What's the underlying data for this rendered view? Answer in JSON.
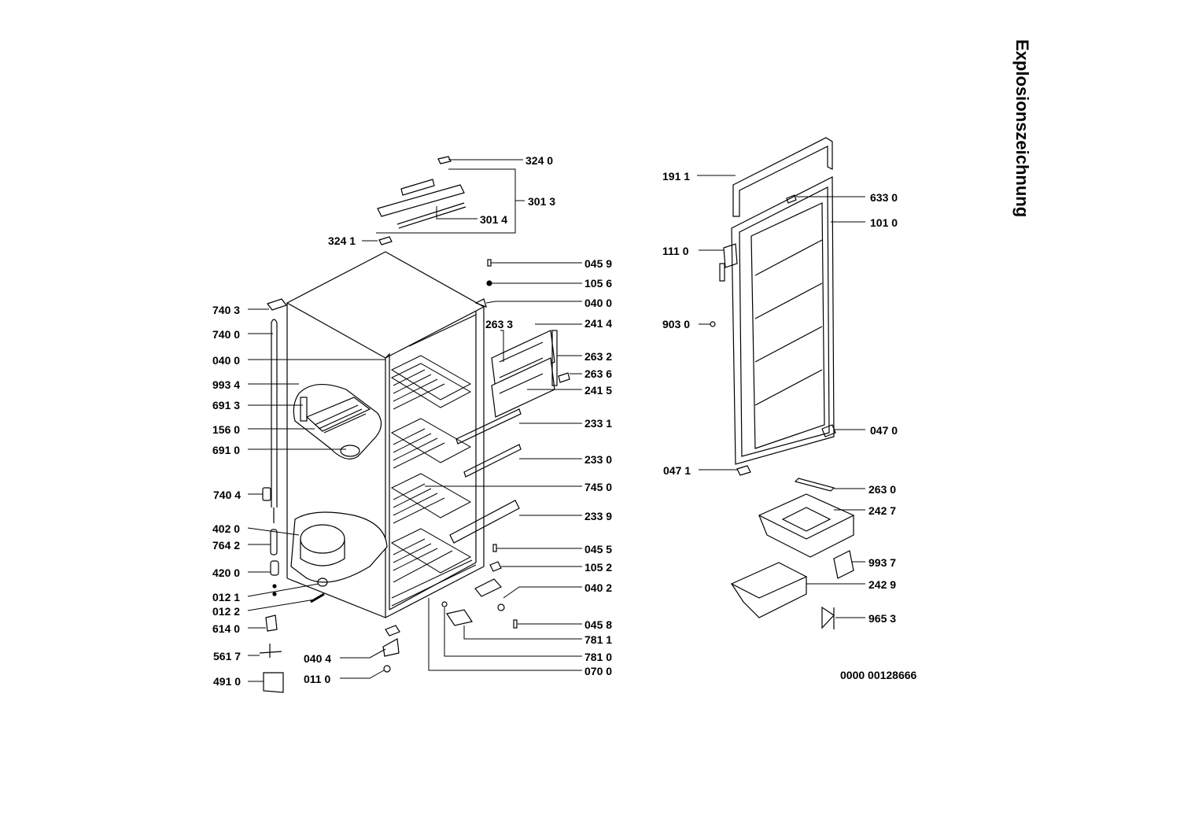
{
  "title": "Explosionszeichnung",
  "document_number": "0000 00128666",
  "callouts": [
    {
      "id": "324-0-top",
      "label": "324 0"
    },
    {
      "id": "301-3",
      "label": "301 3"
    },
    {
      "id": "301-4",
      "label": "301 4"
    },
    {
      "id": "324-1",
      "label": "324 1"
    },
    {
      "id": "045-9",
      "label": "045 9"
    },
    {
      "id": "105-6",
      "label": "105 6"
    },
    {
      "id": "740-3",
      "label": "740 3"
    },
    {
      "id": "040-0-right",
      "label": "040 0"
    },
    {
      "id": "740-0",
      "label": "740 0"
    },
    {
      "id": "263-3",
      "label": "263 3"
    },
    {
      "id": "241-4",
      "label": "241 4"
    },
    {
      "id": "040-0-left",
      "label": "040 0"
    },
    {
      "id": "263-2",
      "label": "263 2"
    },
    {
      "id": "263-6",
      "label": "263 6"
    },
    {
      "id": "993-4",
      "label": "993 4"
    },
    {
      "id": "241-5",
      "label": "241 5"
    },
    {
      "id": "691-3",
      "label": "691 3"
    },
    {
      "id": "233-1",
      "label": "233 1"
    },
    {
      "id": "156-0",
      "label": "156 0"
    },
    {
      "id": "691-0",
      "label": "691 0"
    },
    {
      "id": "233-0",
      "label": "233 0"
    },
    {
      "id": "745-0",
      "label": "745 0"
    },
    {
      "id": "740-4",
      "label": "740 4"
    },
    {
      "id": "233-9",
      "label": "233 9"
    },
    {
      "id": "402-0",
      "label": "402 0"
    },
    {
      "id": "764-2",
      "label": "764 2"
    },
    {
      "id": "045-5",
      "label": "045 5"
    },
    {
      "id": "420-0",
      "label": "420 0"
    },
    {
      "id": "105-2",
      "label": "105 2"
    },
    {
      "id": "012-1",
      "label": "012 1"
    },
    {
      "id": "040-2",
      "label": "040 2"
    },
    {
      "id": "012-2",
      "label": "012 2"
    },
    {
      "id": "614-0",
      "label": "614 0"
    },
    {
      "id": "045-8",
      "label": "045 8"
    },
    {
      "id": "781-1",
      "label": "781 1"
    },
    {
      "id": "561-7",
      "label": "561 7"
    },
    {
      "id": "040-4",
      "label": "040 4"
    },
    {
      "id": "781-0",
      "label": "781 0"
    },
    {
      "id": "070-0",
      "label": "070 0"
    },
    {
      "id": "491-0",
      "label": "491 0"
    },
    {
      "id": "011-0",
      "label": "011 0"
    },
    {
      "id": "191-1",
      "label": "191 1"
    },
    {
      "id": "633-0",
      "label": "633 0"
    },
    {
      "id": "101-0",
      "label": "101 0"
    },
    {
      "id": "111-0",
      "label": "111 0"
    },
    {
      "id": "903-0",
      "label": "903 0"
    },
    {
      "id": "047-0",
      "label": "047 0"
    },
    {
      "id": "047-1",
      "label": "047 1"
    },
    {
      "id": "263-0",
      "label": "263 0"
    },
    {
      "id": "242-7",
      "label": "242 7"
    },
    {
      "id": "993-7",
      "label": "993 7"
    },
    {
      "id": "242-9",
      "label": "242 9"
    },
    {
      "id": "965-3",
      "label": "965 3"
    }
  ]
}
